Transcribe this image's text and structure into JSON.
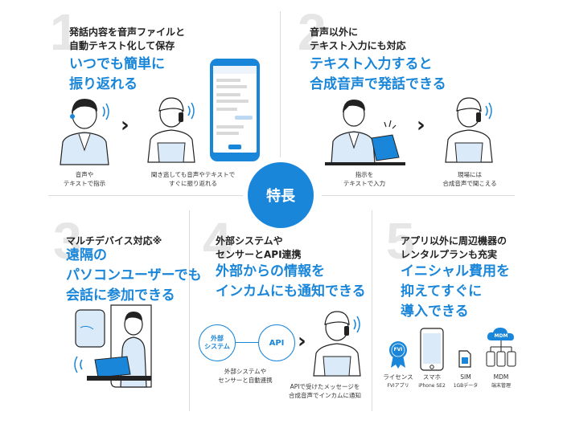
{
  "center_badge": "特長",
  "features": [
    {
      "number": "1",
      "heading": [
        "発話内容を音声ファイルと",
        "自動テキスト化して保存"
      ],
      "highlight": [
        "いつでも簡単に",
        "振り返れる"
      ],
      "captions": [
        [
          "音声や",
          "テキストで指示"
        ],
        [
          "聞き逃しても音声やテキストで",
          "すぐに振り返れる"
        ]
      ]
    },
    {
      "number": "2",
      "heading": [
        "音声以外に",
        "テキスト入力にも対応"
      ],
      "highlight": [
        "テキスト入力すると",
        "合成音声で発話できる"
      ],
      "captions": [
        [
          "指示を",
          "テキストで入力"
        ],
        [
          "現場には",
          "合成音声で聞こえる"
        ]
      ]
    },
    {
      "number": "3",
      "heading": [
        "マルチデバイス対応※"
      ],
      "highlight": [
        "遠隔の",
        "パソコンユーザーでも",
        "会話に参加できる"
      ]
    },
    {
      "number": "4",
      "heading": [
        "外部システムや",
        "センサーとAPI連携"
      ],
      "highlight": [
        "外部からの情報を",
        "インカムにも通知できる"
      ],
      "flow": [
        "外部",
        "システム",
        "API"
      ],
      "captions": [
        [
          "外部システムや",
          "センサーと自動連携"
        ],
        [
          "APIで受けたメッセージを",
          "合成音声でインカムに通知"
        ]
      ]
    },
    {
      "number": "5",
      "heading": [
        "アプリ以外に周辺機器の",
        "レンタルプランも充実"
      ],
      "highlight": [
        "イニシャル費用を",
        "抑えてすぐに",
        "導入できる"
      ],
      "devices": [
        {
          "label": "ライセンス",
          "sub": "FVIアプリ",
          "icon_text": "FVI"
        },
        {
          "label": "スマホ",
          "sub": "iPhone SE2",
          "icon_text": ""
        },
        {
          "label": "SIM",
          "sub": "1GBデータ",
          "icon_text": ""
        },
        {
          "label": "MDM",
          "sub": "端末管理",
          "icon_text": "MDM"
        }
      ]
    }
  ],
  "colors": {
    "accent": "#1a86d9",
    "number_gray": "#e6e6e6",
    "divider": "#dcdcdc",
    "light_blue": "#dbeaf8"
  }
}
